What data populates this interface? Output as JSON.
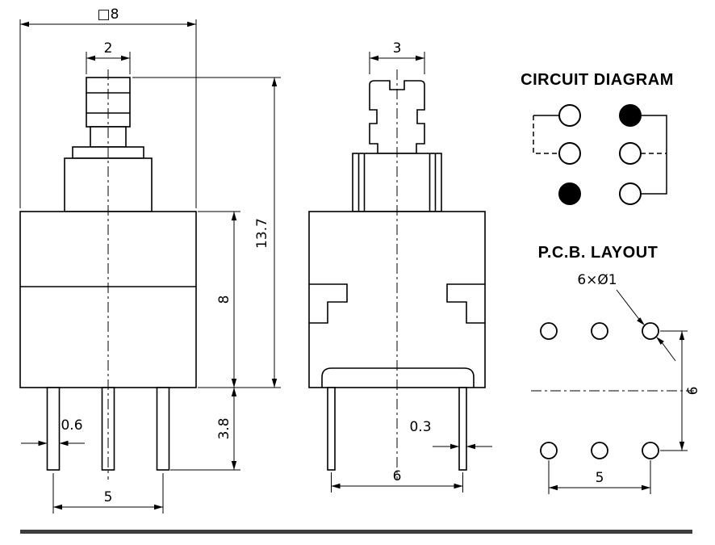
{
  "front_view": {
    "dim_outer_width": "□8",
    "dim_plunger_width": "2",
    "dim_total_height": "13.7",
    "dim_body_height": "8",
    "dim_pin_length": "3.8",
    "dim_pin_width": "0.6",
    "dim_pin_pitch": "5"
  },
  "side_view": {
    "dim_plunger_width": "3",
    "dim_pin_thickness": "0.3",
    "dim_pin_pitch": "6"
  },
  "circuit_diagram": {
    "title": "CIRCUIT DIAGRAM",
    "pins": [
      {
        "fill": "#ffffff"
      },
      {
        "fill": "#000000"
      },
      {
        "fill": "#ffffff"
      },
      {
        "fill": "#ffffff"
      },
      {
        "fill": "#000000"
      },
      {
        "fill": "#ffffff"
      }
    ]
  },
  "pcb_layout": {
    "title": "P.C.B. LAYOUT",
    "hole_callout": "6×Ø1",
    "dim_row_pitch": "6",
    "dim_col_pitch": "5"
  },
  "colors": {
    "line": "#000000",
    "background": "#ffffff",
    "divider": "#3d3d3d"
  }
}
